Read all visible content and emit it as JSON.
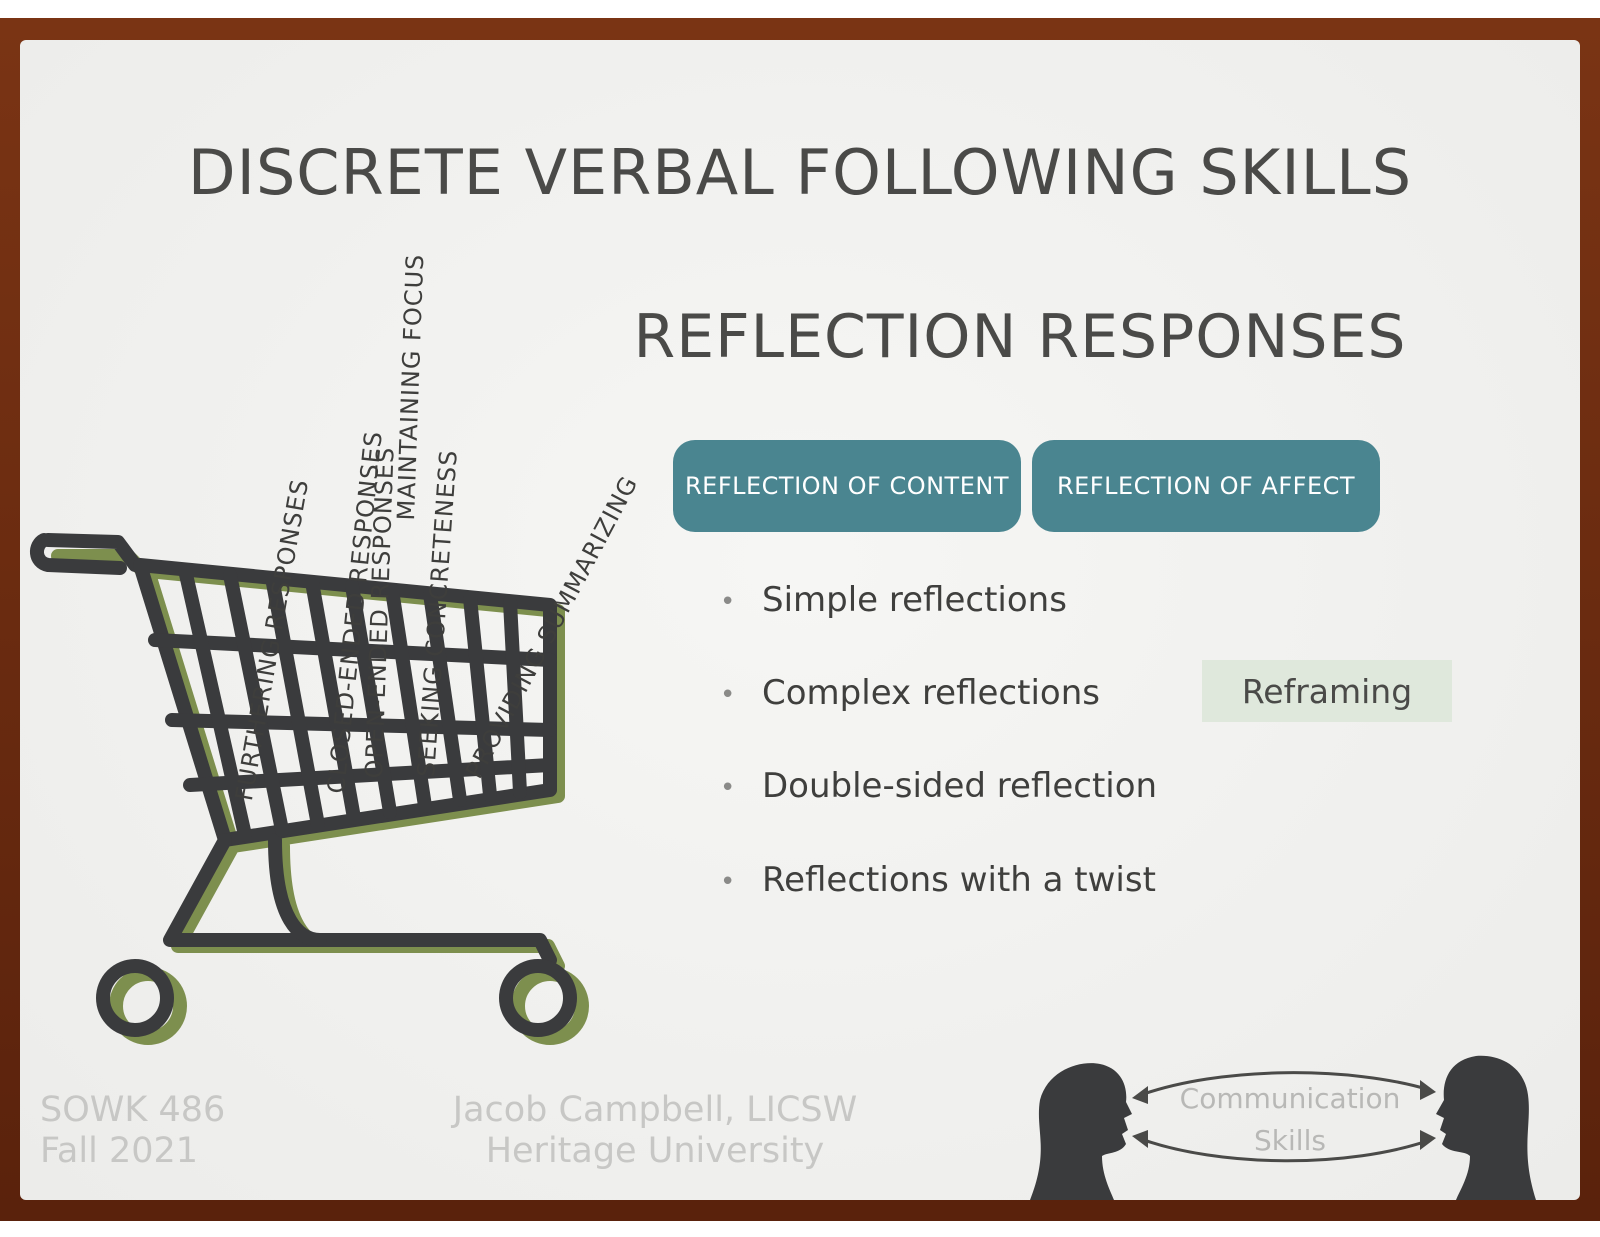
{
  "slide": {
    "title": "DISCRETE VERBAL FOLLOWING SKILLS",
    "subtitle": "REFLECTION RESPONSES",
    "buttons": [
      {
        "label": "REFLECTION OF CONTENT"
      },
      {
        "label": "REFLECTION OF AFFECT"
      }
    ],
    "bullets": [
      "Simple reflections",
      "Complex reflections",
      "Double-sided reflection",
      "Reflections with a twist"
    ],
    "reframing_label": "Reframing",
    "cart_labels": [
      "FURTHERING RESPONSES",
      "CLOSED-ENDED RESPONSES",
      "OPEN-ENDED RESPONSES",
      "SEEKING CONCRETENESS",
      "MAINTAINING FOCUS",
      "PROVIDING SUMMARIZING"
    ],
    "footer": {
      "course": "SOWK 486",
      "term": "Fall 2021",
      "author": "Jacob Campbell, LICSW",
      "institution": "Heritage University"
    },
    "communication": {
      "line1": "Communication",
      "line2": "Skills"
    },
    "colors": {
      "frame": "#6b2a10",
      "pill": "#4a8590",
      "reframing_bg": "#dfe8dc",
      "cart_dark": "#3a3b3d",
      "cart_green": "#7d8f4e"
    }
  }
}
